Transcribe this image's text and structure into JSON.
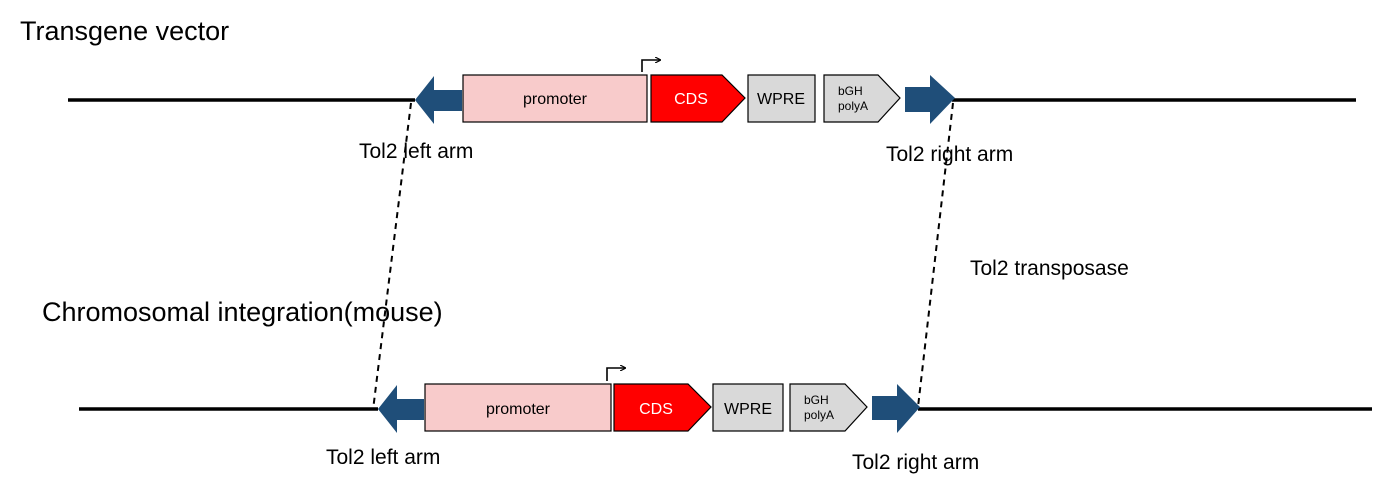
{
  "titles": {
    "top": "Transgene vector",
    "bottom": "Chromosomal integration(mouse)"
  },
  "enzyme_label": "Tol2 transposase",
  "top_construct": {
    "left_arm_label": "Tol2 left arm",
    "right_arm_label": "Tol2 right arm",
    "promoter": "promoter",
    "cds": "CDS",
    "wpre": "WPRE",
    "polya_line1": "bGH",
    "polya_line2": "polyA"
  },
  "bottom_construct": {
    "left_arm_label": "Tol2 left arm",
    "right_arm_label": "Tol2 right arm",
    "promoter": "promoter",
    "cds": "CDS",
    "wpre": "WPRE",
    "polya_line1": "bGH",
    "polya_line2": "polyA"
  },
  "colors": {
    "arm": "#1f4e79",
    "promoter": "#f8cbcb",
    "cds": "#ff0000",
    "box_gray": "#d9d9d9",
    "line": "#000000"
  },
  "icons": {
    "tss": "bent-arrow-icon",
    "arm": "block-arrow-icon"
  }
}
